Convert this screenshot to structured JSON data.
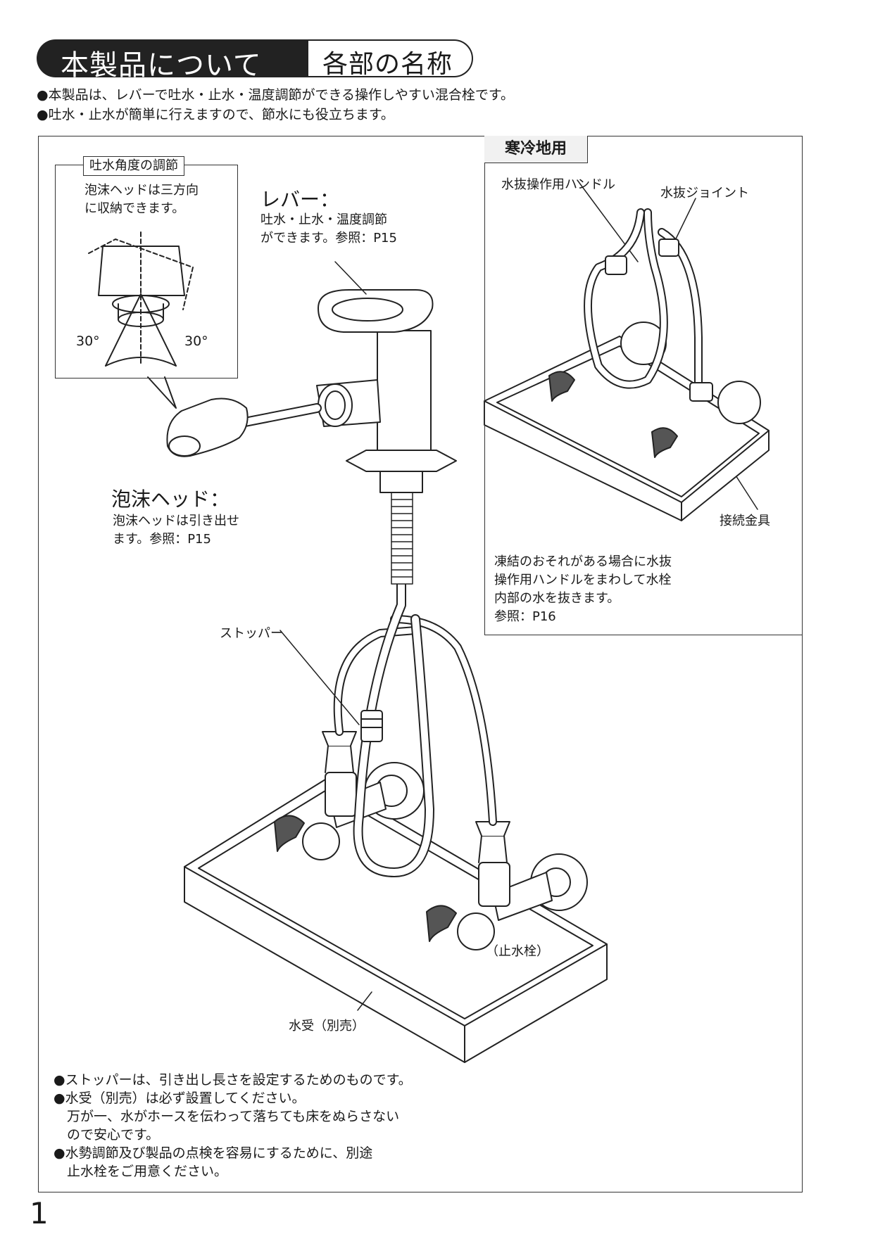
{
  "header": {
    "title": "本製品について",
    "subtitle": "各部の名称"
  },
  "intro": [
    "●本製品は、レバーで吐水・止水・温度調節ができる操作しやすい混合栓です。",
    "●吐水・止水が簡単に行えますので、節水にも役立ちます。"
  ],
  "inset": {
    "title": "吐水角度の調節",
    "text_line1": "泡沫ヘッドは三方向",
    "text_line2": "に収納できます。",
    "angle_left": "30°",
    "angle_right": "30°"
  },
  "lever": {
    "title": "レバー：",
    "line1": "吐水・止水・温度調節",
    "line2": "ができます。参照：P15"
  },
  "head": {
    "title": "泡沫ヘッド：",
    "line1": "泡沫ヘッドは引き出せ",
    "line2": "ます。参照：P15"
  },
  "labels": {
    "stopper": "ストッパー",
    "stop_valve": "（止水栓）",
    "water_tray": "水受（別売）"
  },
  "cold": {
    "title": "寒冷地用",
    "drain_handle": "水抜操作用ハンドル",
    "drain_joint": "水抜ジョイント",
    "connector": "接続金具",
    "note_line1": "凍結のおそれがある場合に水抜",
    "note_line2": "操作用ハンドルをまわして水栓",
    "note_line3": "内部の水を抜きます。",
    "note_line4": "参照：P16"
  },
  "notes": [
    "●ストッパーは、引き出し長さを設定するためのものです。",
    "●水受（別売）は必ず設置してください。",
    "　万が一、水がホースを伝わって落ちても床をぬらさない",
    "　ので安心です。",
    "●水勢調節及び製品の点検を容易にするために、別途",
    "　止水栓をご用意ください。"
  ],
  "page_number": "1"
}
